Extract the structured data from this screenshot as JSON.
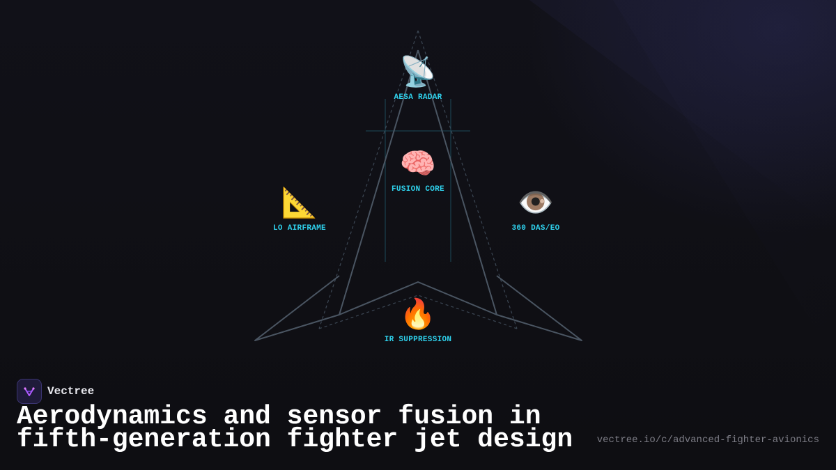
{
  "diagram": {
    "nodes": [
      {
        "id": "aesa",
        "icon": "satellite-dish-icon",
        "emoji": "📡",
        "label": "AESA RADAR"
      },
      {
        "id": "fusion",
        "icon": "brain-icon",
        "emoji": "🧠",
        "label": "FUSION CORE"
      },
      {
        "id": "lo",
        "icon": "triangular-ruler-icon",
        "emoji": "📐",
        "label": "LO AIRFRAME"
      },
      {
        "id": "das",
        "icon": "eye-icon",
        "emoji": "👁️",
        "label": "360 DAS/EO"
      },
      {
        "id": "ir",
        "icon": "fire-icon",
        "emoji": "🔥",
        "label": "IR SUPPRESSION"
      }
    ],
    "colors": {
      "label": "#2fd3ee",
      "airframe_line": "#4a5562",
      "grid_line": "#1d4a5a"
    }
  },
  "brand": {
    "name": "Vectree",
    "logo_icon": "vectree-logo-icon"
  },
  "footer": {
    "title_line1": "Aerodynamics and sensor fusion in",
    "title_line2": "fifth-generation fighter jet design",
    "url": "vectree.io/c/advanced-fighter-avionics"
  }
}
